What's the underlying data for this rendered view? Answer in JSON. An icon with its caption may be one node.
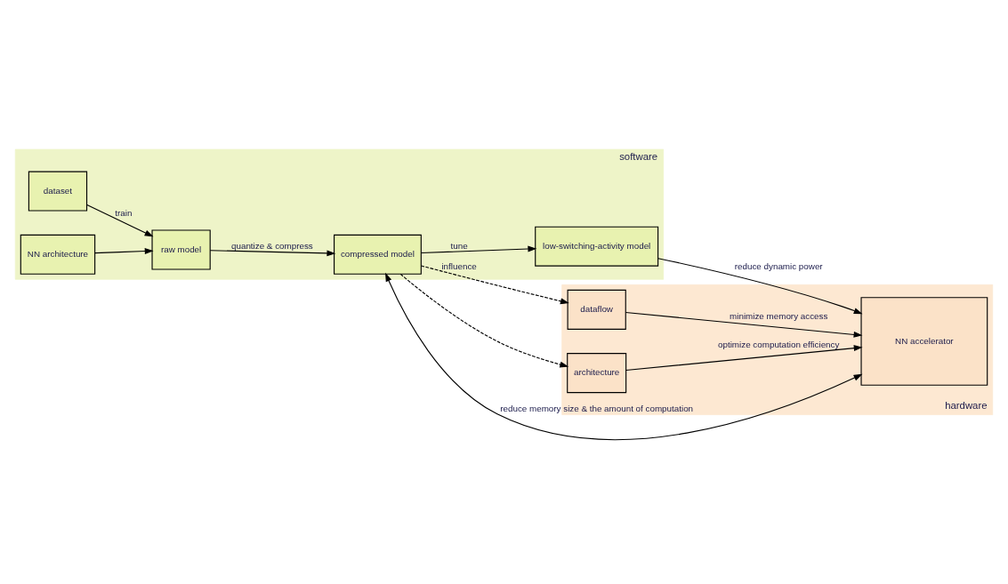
{
  "diagram": {
    "nodes": [
      {
        "text": [
          "software"
        ]
      },
      {
        "text": [
          "hardware"
        ]
      },
      {
        "text": [
          "dataset"
        ],
        "in": 0
      },
      {
        "text": [
          "NN architecture"
        ],
        "in": 0
      },
      {
        "text": [
          "raw model"
        ],
        "in": 0
      },
      {
        "text": [
          "compressed model"
        ],
        "in": 0
      },
      {
        "text": [
          "low-switching-activity model"
        ],
        "in": 0
      },
      {
        "text": [
          "dataflow"
        ],
        "in": 1
      },
      {
        "text": [
          "architecture"
        ],
        "in": 1
      },
      {
        "text": [
          "NN accelerator"
        ],
        "in": 1
      }
    ],
    "edges": [
      {
        "from": 2,
        "to": 4,
        "arrow": "to",
        "label": "train"
      },
      {
        "from": 3,
        "to": 4,
        "arrow": "to"
      },
      {
        "from": 4,
        "to": 5,
        "arrow": "to",
        "label": "quantize & compress"
      },
      {
        "from": 5,
        "to": 6,
        "arrow": "to",
        "label": "tune"
      },
      {
        "from": 6,
        "to": 9,
        "arrow": "to",
        "label": "reduce dynamic power"
      },
      {
        "from": 5,
        "to": 9,
        "arrow": "both",
        "label": "reduce memory size & the amount of computation"
      },
      {
        "from": 5,
        "to": 7,
        "arrow": "to",
        "style": "dashed",
        "label": "influence"
      },
      {
        "from": 5,
        "to": 8,
        "arrow": "to",
        "style": "dashed"
      },
      {
        "from": 7,
        "to": 9,
        "arrow": "to",
        "label": "minimize memory access"
      },
      {
        "from": 8,
        "to": 9,
        "arrow": "to",
        "label": "optimize computation efficiency"
      }
    ]
  }
}
